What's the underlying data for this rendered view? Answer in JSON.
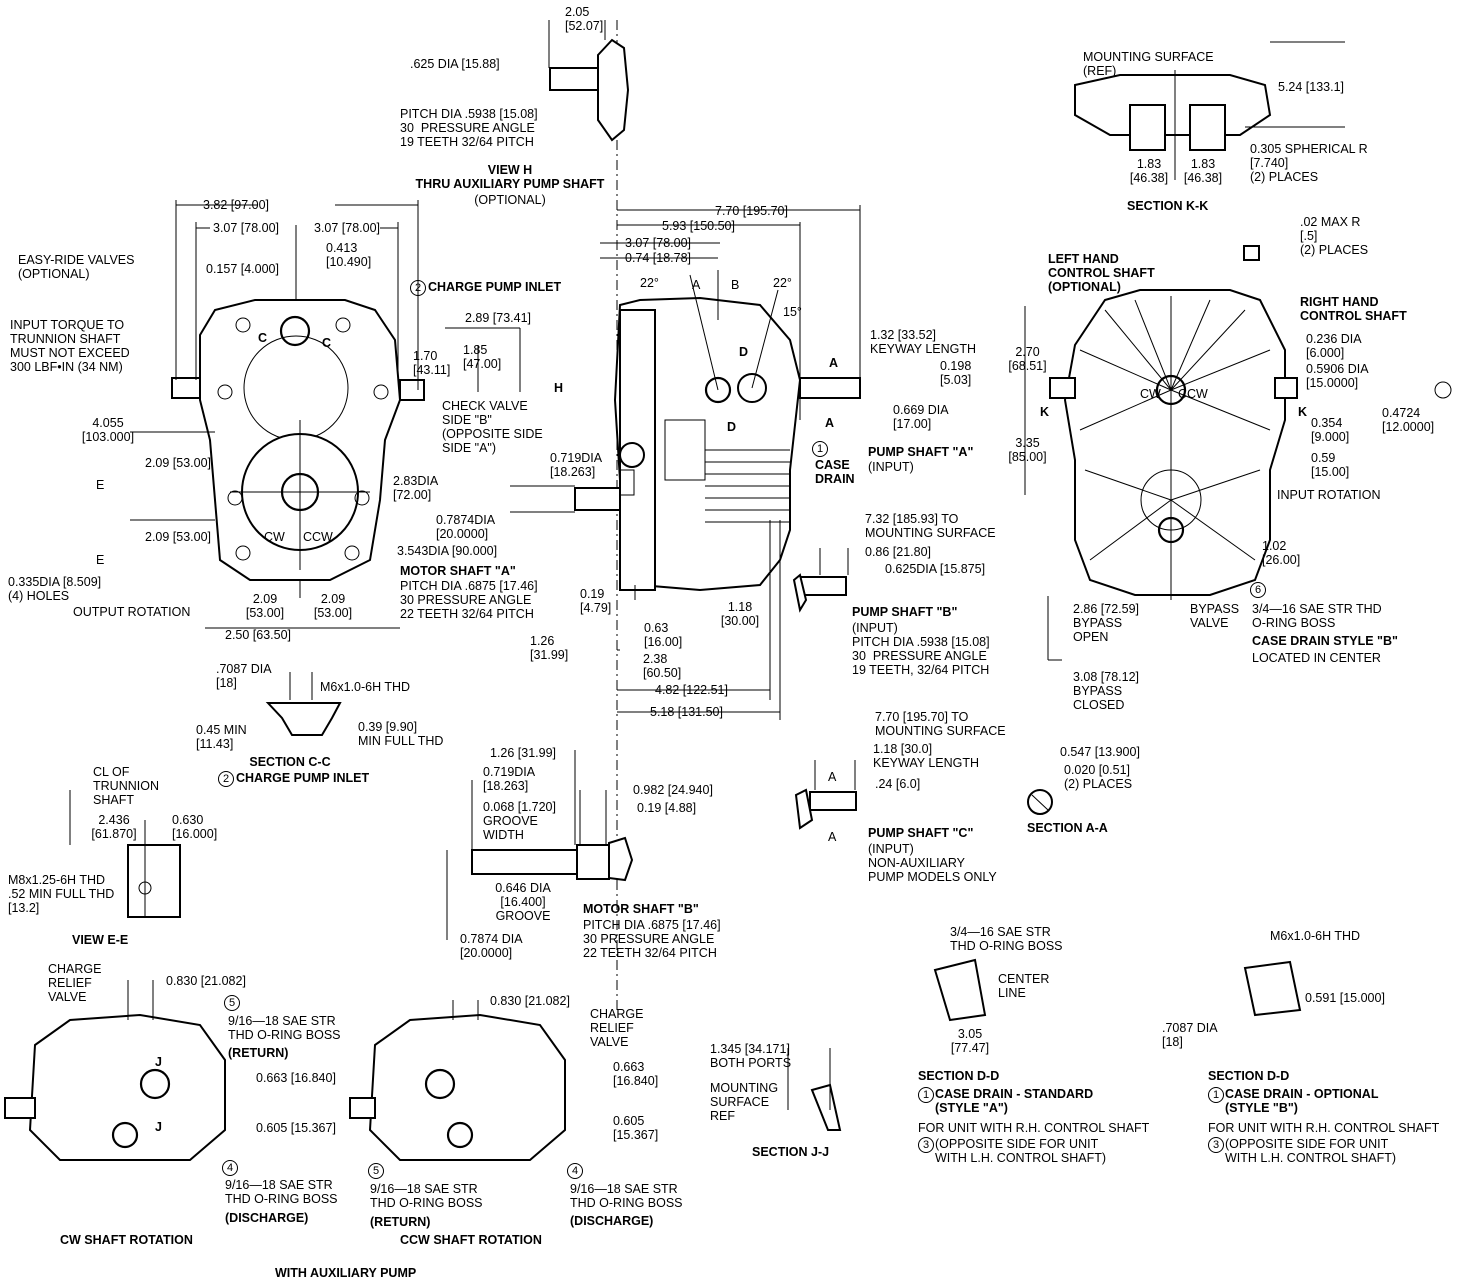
{
  "notes": {
    "n1": "2.05\n[52.07]",
    "n2": ".625 DIA [15.88]",
    "n3": "PITCH DIA .5938 [15.08]\n30  PRESSURE ANGLE\n19 TEETH 32/64 PITCH",
    "n4": "VIEW H\nTHRU AUXILIARY PUMP SHAFT",
    "n5": "(OPTIONAL)",
    "n6": "3.82 [97.00]",
    "n7": "3.07 [78.00]",
    "n8": "3.07 [78.00]",
    "n9": "0.413\n[10.490]",
    "n10": "0.157 [4.000]",
    "n11": "EASY-RIDE VALVES\n(OPTIONAL)",
    "n12": "CHARGE PUMP INLET",
    "n13": "INPUT TORQUE TO\nTRUNNION SHAFT\nMUST NOT EXCEED\n300 LBF•IN (34 NM)",
    "n14": "2.89 [73.41]",
    "n15": "1.70\n[43.11]",
    "n16": "1.85\n[47.00]",
    "n17": "4.055\n[103.000]",
    "n18": "2.09 [53.00]",
    "n19": "2.83DIA\n[72.00]",
    "n20": "2.09 [53.00]",
    "n21": "3.543DIA [90.000]",
    "n22": "0.335DIA [8.509]\n(4) HOLES",
    "n23": "OUTPUT ROTATION",
    "n24": "2.09\n[53.00]",
    "n25": "2.09\n[53.00]",
    "n26": "2.50 [63.50]",
    "n27": "7.70 [195.70]",
    "n28": "5.93 [150.50]",
    "n29": "3.07 [78.00]",
    "n30": "0.74 [18.78]",
    "n31": "1.32 [33.52]\nKEYWAY LENGTH",
    "n32": "0.198\n[5.03]",
    "n33": "0.669 DIA\n[17.00]",
    "n34": "CHECK VALVE\nSIDE \"B\"\n(OPPOSITE SIDE\nSIDE \"A\")",
    "n35": "0.719DIA\n[18.263]",
    "n36": "0.7874DIA\n[20.0000]",
    "n37": "MOTOR SHAFT \"A\"",
    "n38": "PITCH DIA .6875 [17.46]\n30 PRESSURE ANGLE\n22 TEETH 32/64 PITCH",
    "n39": "CASE\nDRAIN",
    "n40": "PUMP SHAFT \"A\"",
    "n41": "(INPUT)",
    "n42": "7.32 [185.93] TO\nMOUNTING SURFACE",
    "n43": "0.86 [21.80]",
    "n44": "0.625DIA [15.875]",
    "n45": "PUMP SHAFT \"B\"",
    "n46": "(INPUT)\nPITCH DIA .5938 [15.08]\n30  PRESSURE ANGLE\n19 TEETH, 32/64 PITCH",
    "n47": "0.19\n[4.79]",
    "n48": "0.63\n[16.00]",
    "n49": "1.18\n[30.00]",
    "n50": "1.26\n[31.99]",
    "n51": "2.38\n[60.50]",
    "n52": "4.82 [122.51]",
    "n53": "5.18 [131.50]",
    "n54": "MOUNTING SURFACE\n(REF)",
    "n55": "5.24 [133.1]",
    "n56": "0.305 SPHERICAL R\n[7.740]\n(2) PLACES",
    "n57": "1.83\n[46.38]",
    "n58": "1.83\n[46.38]",
    "n59": "SECTION K-K",
    "n60": ".02 MAX R\n[.5]\n(2) PLACES",
    "n61": "LEFT HAND\nCONTROL SHAFT\n(OPTIONAL)",
    "n62": "RIGHT HAND\nCONTROL SHAFT",
    "n63": "0.236 DIA\n[6.000]",
    "n64": "0.5906 DIA\n[15.0000]",
    "n65": "2.70\n[68.51]",
    "n66": "0.354\n[9.000]",
    "n67": "0.4724\n[12.0000]",
    "n68": "3.35\n[85.00]",
    "n69": "0.59\n[15.00]",
    "n70": "INPUT ROTATION",
    "n71": "1.02\n[26.00]",
    "n72": "2.86 [72.59]\nBYPASS\nOPEN",
    "n73": "BYPASS\nVALVE",
    "n74": "3/4—16 SAE STR THD\nO-RING BOSS",
    "n75": "CASE DRAIN STYLE \"B\"",
    "n76": "LOCATED IN CENTER",
    "n77": "3.08 [78.12]\nBYPASS\nCLOSED",
    "n78": ".7087 DIA\n[18]",
    "n79": "M6x1.0-6H THD",
    "n80": "0.45 MIN\n[11.43]",
    "n81": "0.39 [9.90]\nMIN FULL THD",
    "n82": "SECTION C-C",
    "n83": "CHARGE PUMP INLET",
    "n84": "CL OF\nTRUNNION\nSHAFT",
    "n85": "2.436\n[61.870]",
    "n86": "0.630\n[16.000]",
    "n87": "M8x1.25-6H THD\n.52 MIN FULL THD\n[13.2]",
    "n88": "VIEW E-E",
    "n89": "1.26 [31.99]",
    "n90": "0.719DIA\n[18.263]",
    "n91": "0.982 [24.940]",
    "n92": "0.19 [4.88]",
    "n93": "0.068 [1.720]\nGROOVE\nWIDTH",
    "n94": "0.646 DIA\n[16.400]\nGROOVE",
    "n95": "0.7874 DIA\n[20.0000]",
    "n96": "MOTOR SHAFT \"B\"",
    "n97": "PITCH DIA .6875 [17.46]\n30 PRESSURE ANGLE\n22 TEETH 32/64 PITCH",
    "n98": "7.70 [195.70] TO\nMOUNTING SURFACE",
    "n99": "1.18 [30.0]\nKEYWAY LENGTH",
    "n100": ".24 [6.0]",
    "n101": "PUMP SHAFT \"C\"",
    "n102": "(INPUT)\nNON-AUXILIARY\nPUMP MODELS ONLY",
    "n103": "0.547 [13.900]",
    "n104": "0.020 [0.51]\n(2) PLACES",
    "n105": "SECTION A-A",
    "n106": "CHARGE\nRELIEF\nVALVE",
    "n107": "0.830 [21.082]",
    "n108": "9/16—18 SAE STR\nTHD O-RING BOSS",
    "n109": "(RETURN)",
    "n110": "0.663 [16.840]",
    "n111": "0.605 [15.367]",
    "n112": "9/16—18 SAE STR\nTHD O-RING BOSS",
    "n113": "(DISCHARGE)",
    "n114": "CW SHAFT ROTATION",
    "n115": "0.830 [21.082]",
    "n116": "CHARGE\nRELIEF\nVALVE",
    "n117": "0.663\n[16.840]",
    "n118": "0.605\n[15.367]",
    "n119": "9/16—18 SAE STR\nTHD O-RING BOSS",
    "n120": "(RETURN)",
    "n121": "9/16—18 SAE STR\nTHD O-RING BOSS",
    "n122": "(DISCHARGE)",
    "n123": "CCW SHAFT ROTATION",
    "n124": "WITH AUXILIARY PUMP",
    "n125": "1.345 [34.171]\nBOTH PORTS",
    "n126": "MOUNTING\nSURFACE\nREF",
    "n127": "SECTION J-J",
    "n128": "3/4—16 SAE STR\nTHD O-RING BOSS",
    "n129": "CENTER\nLINE",
    "n130": "3.05\n[77.47]",
    "n131": "SECTION D-D",
    "n132": "CASE DRAIN - STANDARD\n(STYLE \"A\")",
    "n133": "FOR UNIT WITH R.H. CONTROL SHAFT",
    "n134": "(OPPOSITE SIDE FOR UNIT\nWITH L.H. CONTROL SHAFT)",
    "n135": "M6x1.0-6H THD",
    "n136": "0.591 [15.000]",
    "n137": ".7087 DIA\n[18]",
    "n138": "SECTION D-D",
    "n139": "CASE DRAIN - OPTIONAL\n(STYLE \"B\")",
    "n140": "FOR UNIT WITH R.H. CONTROL SHAFT",
    "n141": "(OPPOSITE SIDE FOR UNIT\nWITH L.H. CONTROL SHAFT)"
  },
  "markers": {
    "m1": "2",
    "m2": "1",
    "m3": "6",
    "m4": "2",
    "m5": "5",
    "m6": "4",
    "m7": "5",
    "m8": "4",
    "m9": "1",
    "m10": "3",
    "m11": "1",
    "m12": "3"
  },
  "letters": {
    "c1": "C",
    "c2": "C",
    "e1": "E",
    "e2": "E",
    "a1": "A",
    "a2": "A",
    "a3": "A",
    "a4": "A",
    "ab_a": "A",
    "ab_b": "B",
    "deg1": "22°",
    "deg2": "22°",
    "deg3": "15°",
    "d1": "D",
    "d2": "D",
    "h": "H",
    "k1": "K",
    "k2": "K",
    "j1": "J",
    "j2": "J",
    "cw1": "CW",
    "ccw1": "CCW",
    "cw2": "CW",
    "ccw2": "CCW"
  }
}
